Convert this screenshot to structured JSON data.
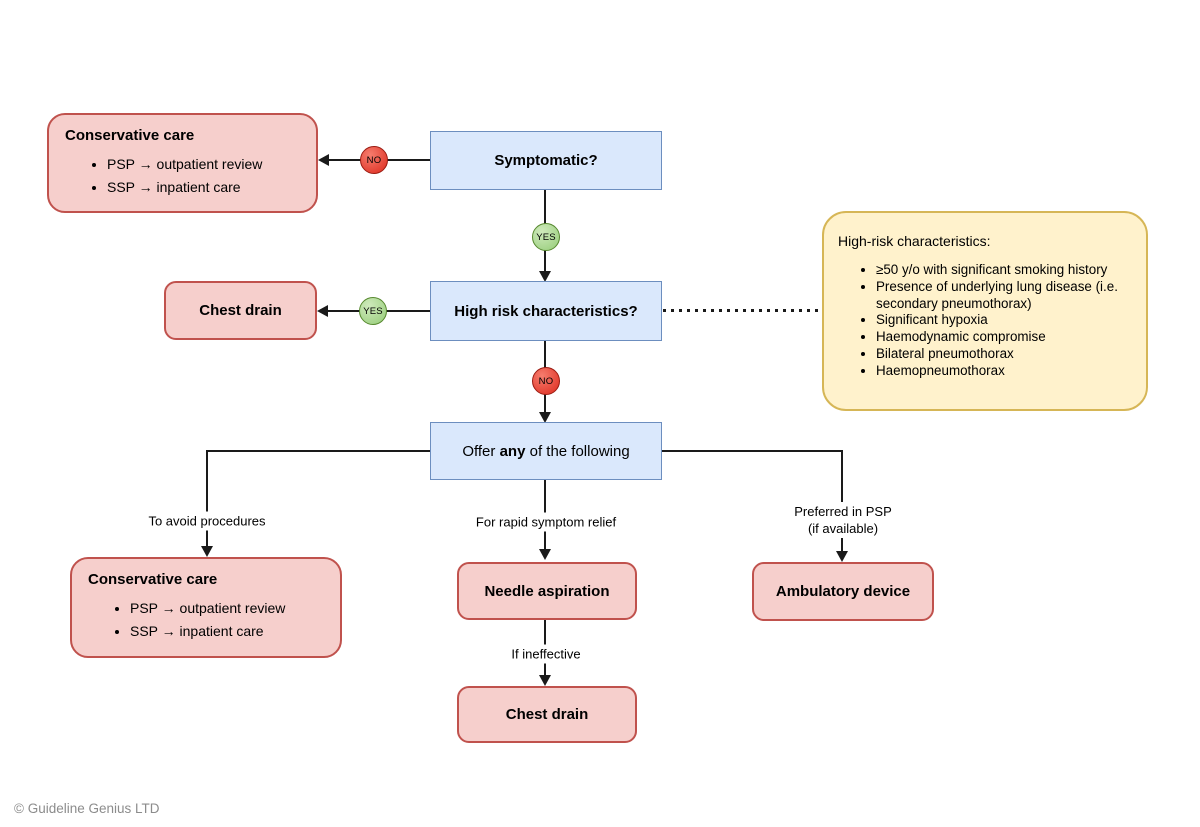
{
  "colors": {
    "edge_color": "#1a1a1a",
    "node_blue_fill": "#dae8fc",
    "node_blue_stroke": "#6c8ebf",
    "node_red_fill": "#f6cfcc",
    "node_red_stroke": "#c0524d",
    "note_yellow_fill": "#fff2cc",
    "note_yellow_stroke": "#d6b656",
    "badge_no_light": "#f67d6e",
    "badge_no_dark": "#dd2a1d",
    "badge_no_stroke": "#9a1c12",
    "badge_yes_light": "#cfeabc",
    "badge_yes_dark": "#95cc78",
    "badge_yes_stroke": "#56882e",
    "footer_color": "#8c8c8c"
  },
  "badges": {
    "yes": "YES",
    "no": "NO"
  },
  "nodes": {
    "symptomatic": {
      "label": "Symptomatic?"
    },
    "conservative_top": {
      "title": "Conservative care",
      "items": [
        "PSP → outpatient review",
        "SSP → inpatient care"
      ]
    },
    "chest_drain_left": {
      "label": "Chest drain"
    },
    "high_risk": {
      "label": "High risk characteristics?"
    },
    "high_risk_note": {
      "title": "High-risk characteristics:",
      "items": [
        "≥50 y/o with significant smoking history",
        "Presence of underlying lung disease (i.e. secondary pneumothorax)",
        "Significant hypoxia",
        "Haemodynamic compromise",
        "Bilateral pneumothorax",
        "Haemopneumothorax"
      ]
    },
    "offer": {
      "prefix": "Offer ",
      "emphasis": "any",
      "suffix": " of the following"
    },
    "conservative_bottom": {
      "title": "Conservative care",
      "items": [
        "PSP → outpatient review",
        "SSP → inpatient care"
      ]
    },
    "needle_aspiration": {
      "label": "Needle aspiration"
    },
    "chest_drain_bottom": {
      "label": "Chest drain"
    },
    "ambulatory_device": {
      "label": "Ambulatory device"
    }
  },
  "edge_labels": {
    "to_avoid_procedures": "To avoid procedures",
    "for_rapid_symptom_relief": "For rapid symptom relief",
    "preferred_in_psp_line1": "Preferred in PSP",
    "preferred_in_psp_line2": "(if available)",
    "if_ineffective": "If ineffective"
  },
  "footer": {
    "copyright": "© Guideline Genius LTD"
  }
}
